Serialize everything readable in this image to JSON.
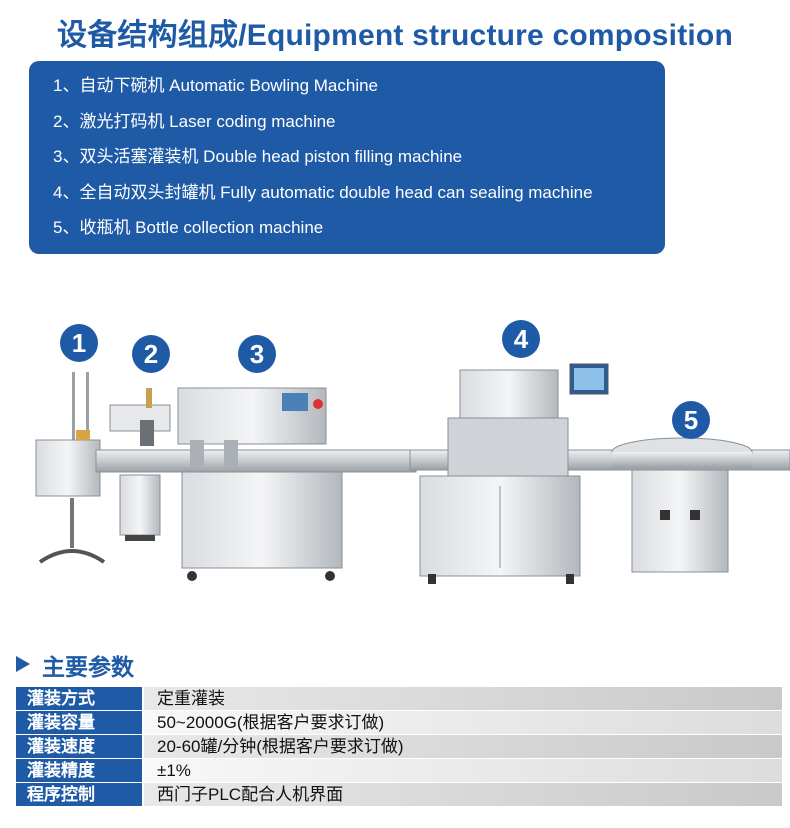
{
  "header": {
    "title": "设备结构组成/Equipment structure composition"
  },
  "components": [
    {
      "label": "1、自动下碗机 Automatic Bowling Machine"
    },
    {
      "label": "2、激光打码机 Laser coding machine"
    },
    {
      "label": "3、双头活塞灌装机 Double head piston filling machine"
    },
    {
      "label": "4、全自动双头封罐机 Fully automatic double head can sealing machine"
    },
    {
      "label": "5、收瓶机 Bottle collection machine"
    }
  ],
  "badges": [
    "1",
    "2",
    "3",
    "4",
    "5"
  ],
  "params": {
    "title": "主要参数",
    "rows": [
      {
        "key": "灌装方式",
        "value": "定重灌装"
      },
      {
        "key": "灌装容量",
        "value": "50~2000G(根据客户要求订做)"
      },
      {
        "key": "灌装速度",
        "value": "20-60罐/分钟(根据客户要求订做)"
      },
      {
        "key": "灌装精度",
        "value": "±1%"
      },
      {
        "key": "程序控制",
        "value": "西门子PLC配合人机界面"
      }
    ]
  },
  "colors": {
    "accent": "#1f5aa6",
    "steel": "#c8ccd0"
  }
}
